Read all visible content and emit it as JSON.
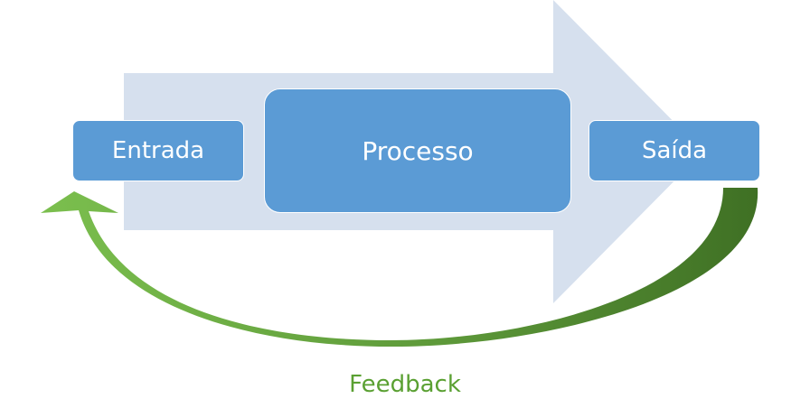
{
  "diagram": {
    "steps": {
      "entrada": "Entrada",
      "processo": "Processo",
      "saida": "Saída"
    },
    "feedback_label": "Feedback"
  },
  "colors": {
    "background_arrow": "#d6e0ee",
    "box_fill": "#5b9bd5",
    "box_text": "#ffffff",
    "feedback_arrow": "#5e9a3a",
    "feedback_arrow_dark": "#3f7024",
    "feedback_text": "#5aa032"
  }
}
